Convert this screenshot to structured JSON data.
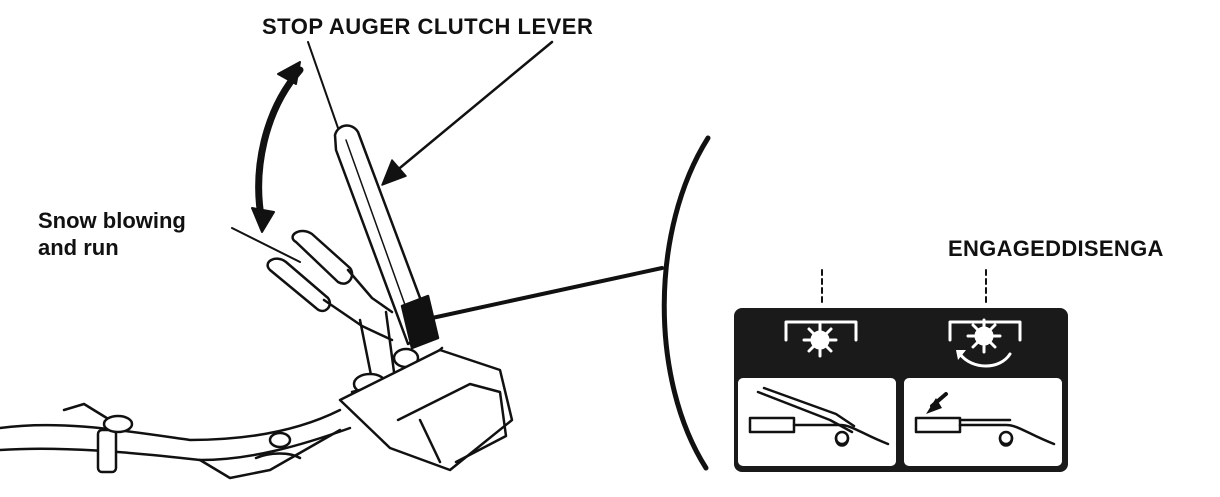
{
  "labels": {
    "title": "STOP AUGER CLUTCH LEVER",
    "snow_line1": "Snow blowing",
    "snow_line2": "and run",
    "state_caption": "ENGAGEDDISENGA"
  },
  "colors": {
    "ink": "#111111",
    "panel_dark": "#1a1a1a",
    "paper": "#ffffff"
  },
  "icons": [
    "auger-engaged-icon",
    "auger-disengaged-icon",
    "lever-pressed-icon",
    "lever-released-icon",
    "arrow-icon"
  ]
}
